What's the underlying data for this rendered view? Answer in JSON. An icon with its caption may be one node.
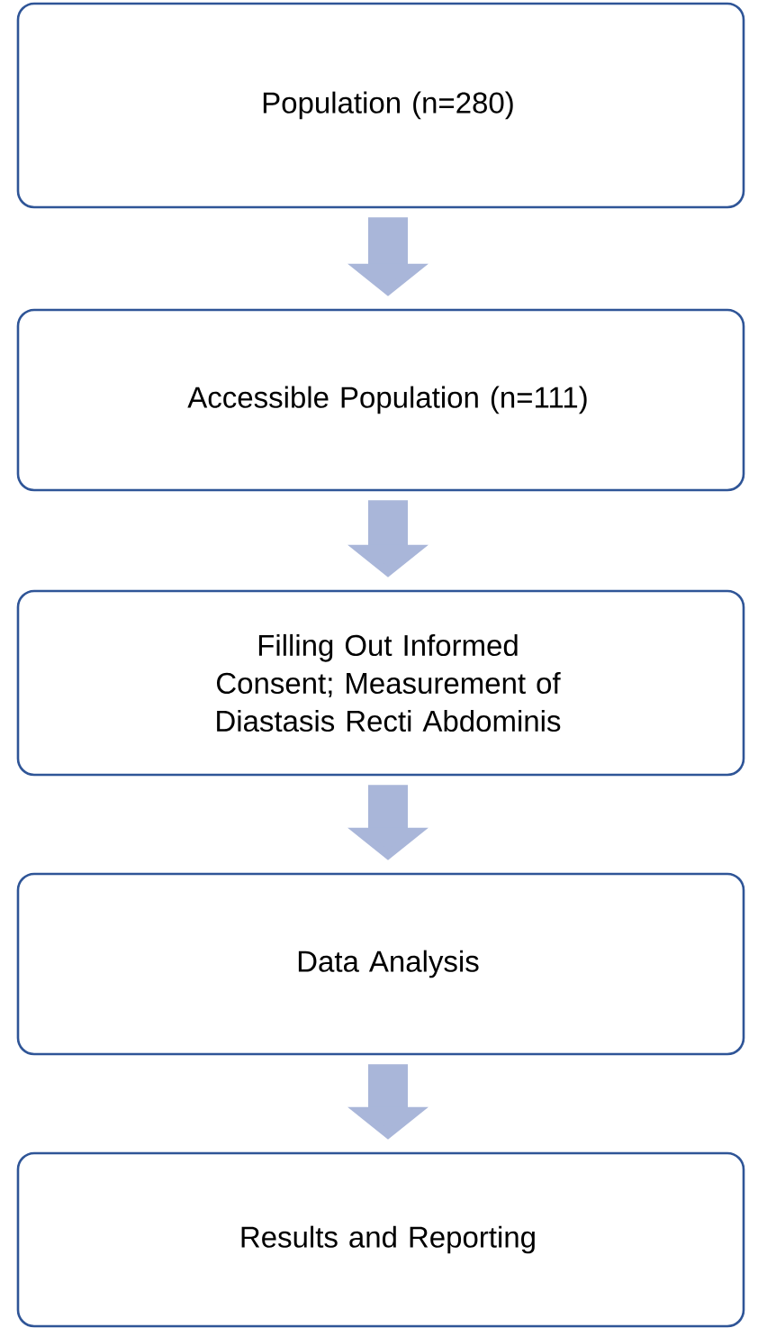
{
  "diagram": {
    "nodes": [
      {
        "text": [
          "Population (n=280)"
        ]
      },
      {
        "text": [
          "Accessible Population (n=111)"
        ]
      },
      {
        "text": [
          "Filling Out Informed Consent; Measurement of Diastasis Recti Abdominis"
        ]
      },
      {
        "text": [
          "Data Analysis"
        ]
      },
      {
        "text": [
          "Results and Reporting"
        ]
      }
    ],
    "edges": [
      {
        "from": 0,
        "to": 1,
        "arrow": "to"
      },
      {
        "from": 1,
        "to": 2,
        "arrow": "to"
      },
      {
        "from": 2,
        "to": 3,
        "arrow": "to"
      },
      {
        "from": 3,
        "to": 4,
        "arrow": "to"
      }
    ]
  }
}
